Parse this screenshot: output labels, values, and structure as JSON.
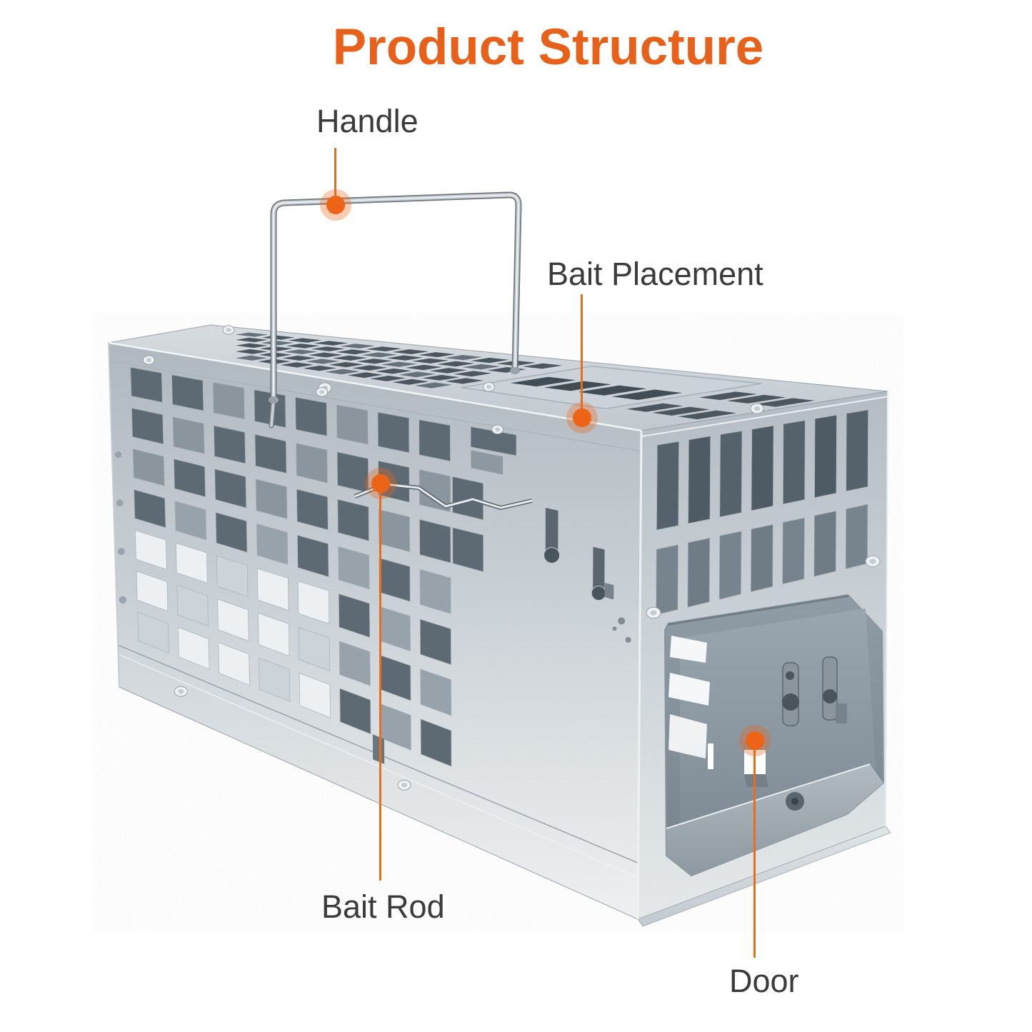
{
  "title": {
    "text": "Product Structure",
    "color": "#e8611a"
  },
  "annotations": {
    "handle": {
      "label": "Handle"
    },
    "bait_placement": {
      "label": "Bait Placement"
    },
    "bait_rod": {
      "label": "Bait Rod"
    },
    "door": {
      "label": "Door"
    }
  },
  "accent": {
    "dot_color": "#ed6418",
    "line_color": "#e4701f",
    "halo_color": "rgba(237,100,24,0.33)"
  },
  "figure": {
    "description": "Galvanized metal cage mouse trap shown in three-quarter view with wire carry handle, perforated side and top panels, top bait placement plate, internal bait rod and front entry door opening"
  }
}
